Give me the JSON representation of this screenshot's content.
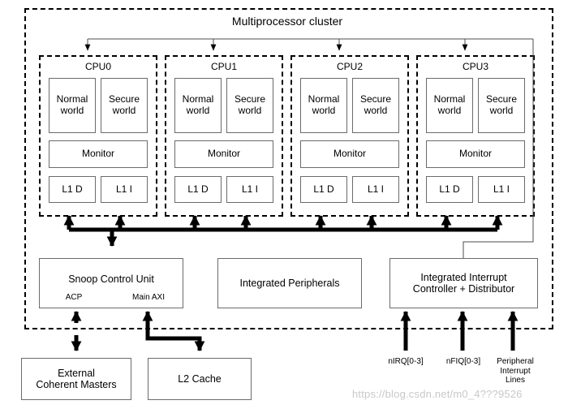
{
  "diagram": {
    "title": "Multiprocessor cluster",
    "watermark": "https://blog.csdn.net/m0_4???9526",
    "colors": {
      "line": "#000000",
      "block_border": "#6b6b6b",
      "background": "#ffffff",
      "watermark": "#c8c8c8"
    },
    "cpus": [
      {
        "name": "CPU0",
        "normal_world": "Normal\nworld",
        "secure_world": "Secure\nworld",
        "monitor": "Monitor",
        "l1d": "L1 D",
        "l1i": "L1 I"
      },
      {
        "name": "CPU1",
        "normal_world": "Normal\nworld",
        "secure_world": "Secure\nworld",
        "monitor": "Monitor",
        "l1d": "L1 D",
        "l1i": "L1 I"
      },
      {
        "name": "CPU2",
        "normal_world": "Normal\nworld",
        "secure_world": "Secure\nworld",
        "monitor": "Monitor",
        "l1d": "L1 D",
        "l1i": "L1 I"
      },
      {
        "name": "CPU3",
        "normal_world": "Normal\nworld",
        "secure_world": "Secure\nworld",
        "monitor": "Monitor",
        "l1d": "L1 D",
        "l1i": "L1 I"
      }
    ],
    "snoop_control_unit": {
      "label": "Snoop Control Unit",
      "port_acp": "ACP",
      "port_main_axi": "Main AXI"
    },
    "integrated_peripherals": {
      "label": "Integrated Peripherals"
    },
    "interrupt_controller": {
      "label": "Integrated Interrupt\nController + Distributor"
    },
    "external_blocks": [
      {
        "label": "External\nCoherent Masters"
      },
      {
        "label": "L2 Cache"
      }
    ],
    "interrupt_inputs": [
      {
        "label": "nIRQ[0-3]"
      },
      {
        "label": "nFIQ[0-3]"
      },
      {
        "label": "Peripheral\nInterrupt\nLines"
      }
    ]
  }
}
